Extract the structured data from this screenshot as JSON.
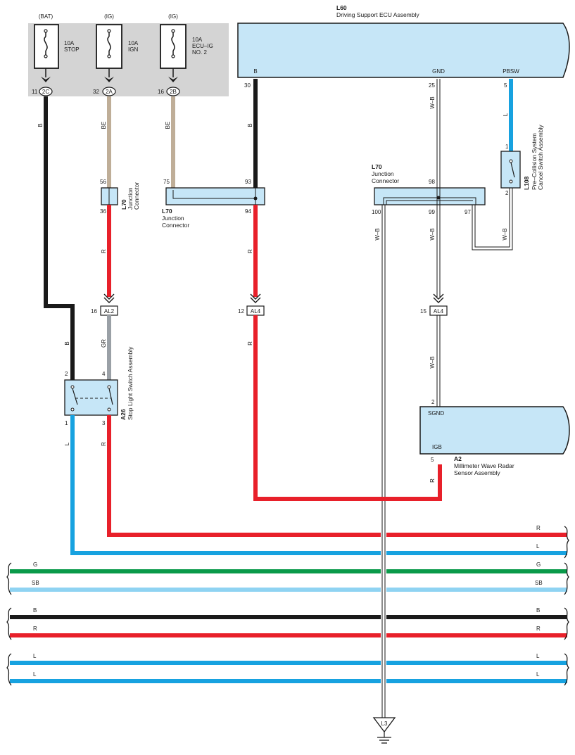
{
  "colors": {
    "black": "#1a1a1a",
    "red": "#e8202a",
    "blue": "#17a2e0",
    "light_blue": "#8fd3f2",
    "green": "#0a9a4a",
    "tan": "#bfae98",
    "gray": "#9aa0a6",
    "component_fill": "#c6e6f7",
    "fuse_box_fill": "#d4d4d4"
  },
  "fuses": [
    {
      "source": "(BAT)",
      "rating": "10A",
      "name": "STOP",
      "pin": "11",
      "conn": "2C"
    },
    {
      "source": "(IG)",
      "rating": "10A",
      "name": "IGN",
      "pin": "32",
      "conn": "2A"
    },
    {
      "source": "(IG)",
      "rating": "10A",
      "name": "ECU–IG",
      "name2": "NO. 2",
      "pin": "16",
      "conn": "2B"
    }
  ],
  "ecu": {
    "id": "L60",
    "name": "Driving Support ECU Assembly",
    "terminals": [
      {
        "label": "B",
        "pin": "30"
      },
      {
        "label": "GND",
        "pin": "25"
      },
      {
        "label": "PBSW",
        "pin": "5"
      }
    ]
  },
  "junction_left": {
    "id": "L70",
    "line1": "Junction",
    "line2": "Connector",
    "pin_in": "56",
    "pin_out": "36"
  },
  "junction_mid": {
    "id": "L70",
    "line1": "Junction",
    "line2": "Connector",
    "pins": [
      "75",
      "93",
      "94"
    ]
  },
  "junction_right": {
    "id": "L70",
    "line1": "Junction",
    "line2": "Connector",
    "pins": [
      "98",
      "100",
      "99",
      "97"
    ]
  },
  "switch_l108": {
    "id": "L108",
    "line1": "Pre–Collision System",
    "line2": "Cancel Switch Assembly",
    "pins": [
      "1",
      "2"
    ]
  },
  "connectors": [
    {
      "pin": "16",
      "name": "AL2"
    },
    {
      "pin": "12",
      "name": "AL4"
    },
    {
      "pin": "15",
      "name": "AL4"
    }
  ],
  "stop_switch": {
    "id": "A26",
    "name": "Stop Light Switch Assembly",
    "pins": [
      "2",
      "4",
      "1",
      "3"
    ]
  },
  "radar": {
    "id": "A2",
    "line1": "Millimeter Wave Radar",
    "line2": "Sensor Assembly",
    "sgnd": "SGND",
    "sgnd_pin": "2",
    "igb": "IGB",
    "igb_pin": "5"
  },
  "ground": {
    "label": "L3"
  },
  "wire_labels": {
    "b": "B",
    "be": "BE",
    "r": "R",
    "gr": "GR",
    "l": "L",
    "wb": "W–B",
    "g": "G",
    "sb": "SB"
  }
}
